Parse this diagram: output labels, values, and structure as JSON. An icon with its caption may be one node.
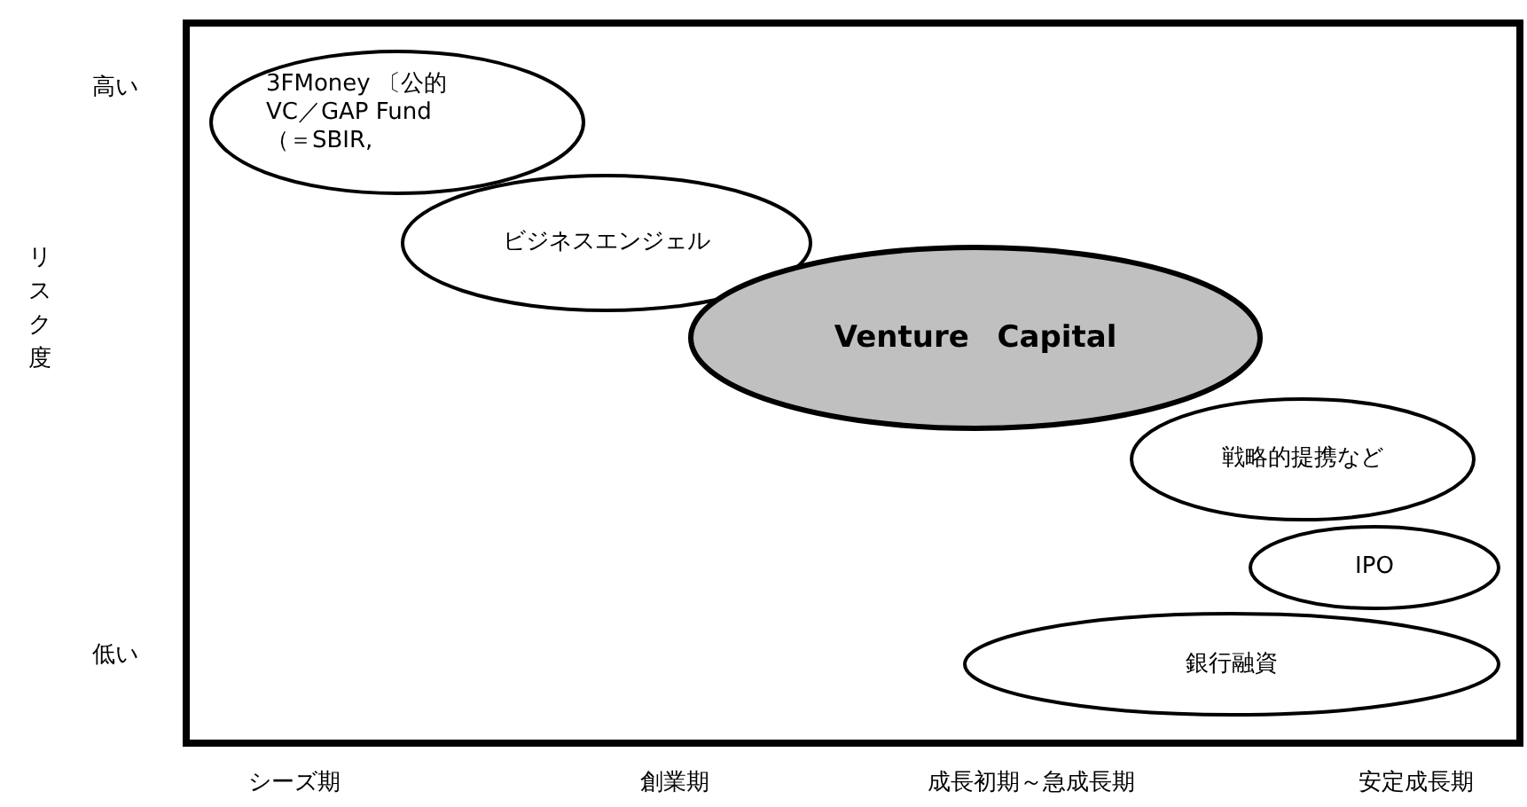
{
  "diagram": {
    "nodes": [
      {
        "text": [
          "3FMoney 〔公的VC／GAP Fund（＝SBIR,"
        ]
      },
      {
        "text": [
          "ビジネスエンジェル"
        ]
      },
      {
        "text": [
          "Venture Capital"
        ]
      },
      {
        "text": [
          "戦略的提携など"
        ]
      },
      {
        "text": [
          "IPO"
        ]
      },
      {
        "text": [
          "銀行融資"
        ]
      }
    ],
    "edges": [],
    "labels": [
      "高い",
      "リスク度",
      "低い",
      "シーズ期",
      "創業期",
      "成長初期～急成長期",
      "安定成長期"
    ]
  }
}
